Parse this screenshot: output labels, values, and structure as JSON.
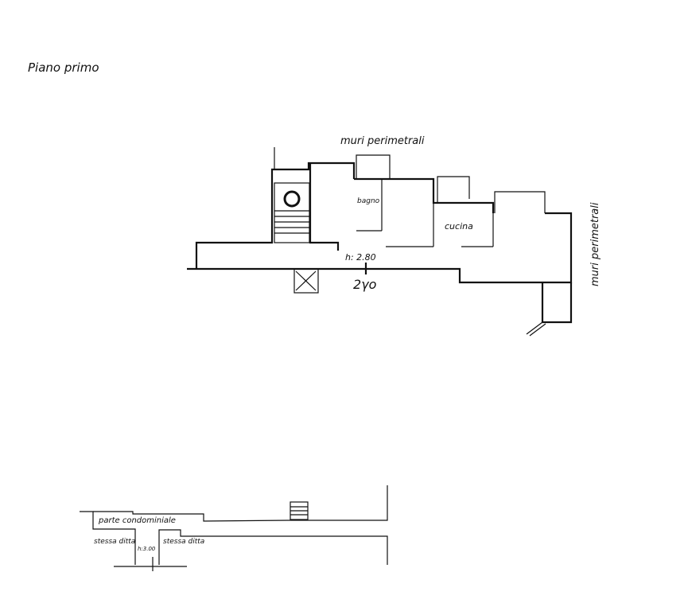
{
  "title": "Piano primo",
  "plan": {
    "top_label": "muri perimetrali",
    "side_label": "muri perimetrali",
    "rooms": {
      "bathroom": "bagno",
      "kitchen": "cucina"
    },
    "height_label": "h: 2.80",
    "entry_mark": "2γo"
  },
  "detail": {
    "common_area": "parte condominiale",
    "left_unit": "stessa ditta",
    "height_label": "h:3.00",
    "right_unit": "stessa ditta"
  }
}
